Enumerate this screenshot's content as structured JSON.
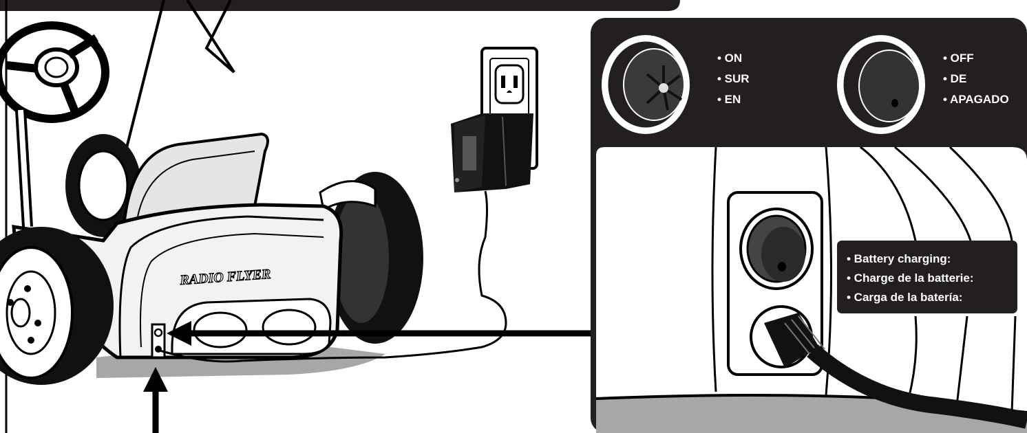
{
  "brand": {
    "logo_text": "RADIO FLYER"
  },
  "switch_states": {
    "on": [
      "• ON",
      "• SUR",
      "• EN"
    ],
    "off": [
      "• OFF",
      "• DE",
      "• APAGADO"
    ]
  },
  "charging_label": [
    "• Battery charging:",
    "• Charge de la batterie:",
    "• Carga de la batería:"
  ],
  "colors": {
    "panel": "#231f20",
    "ink": "#000000",
    "floor_shadow": "#a7a7a7",
    "paper": "#ffffff"
  }
}
